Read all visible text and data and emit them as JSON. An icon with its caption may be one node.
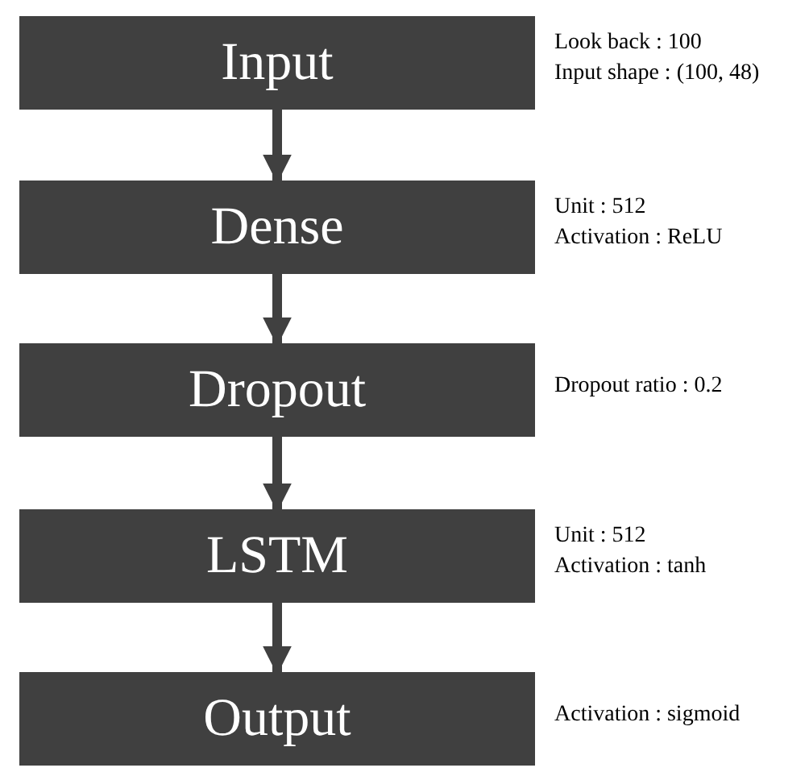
{
  "diagram": {
    "nodes": [
      {
        "text": [
          "Input"
        ],
        "beside": [
          "Look back : 100",
          "Input shape : (100, 48)"
        ]
      },
      {
        "text": [
          "Dense"
        ],
        "beside": [
          "Unit : 512",
          "Activation : ReLU"
        ]
      },
      {
        "text": [
          "Dropout"
        ],
        "beside": [
          "Dropout ratio : 0.2"
        ]
      },
      {
        "text": [
          "LSTM"
        ],
        "beside": [
          "Unit : 512",
          "Activation : tanh"
        ]
      },
      {
        "text": [
          "Output"
        ],
        "beside": [
          "Activation : sigmoid"
        ]
      }
    ],
    "edges": [
      {
        "from": 0,
        "to": 1,
        "arrow": "to"
      },
      {
        "from": 1,
        "to": 2,
        "arrow": "to"
      },
      {
        "from": 2,
        "to": 3,
        "arrow": "to"
      },
      {
        "from": 3,
        "to": 4,
        "arrow": "to"
      }
    ]
  }
}
